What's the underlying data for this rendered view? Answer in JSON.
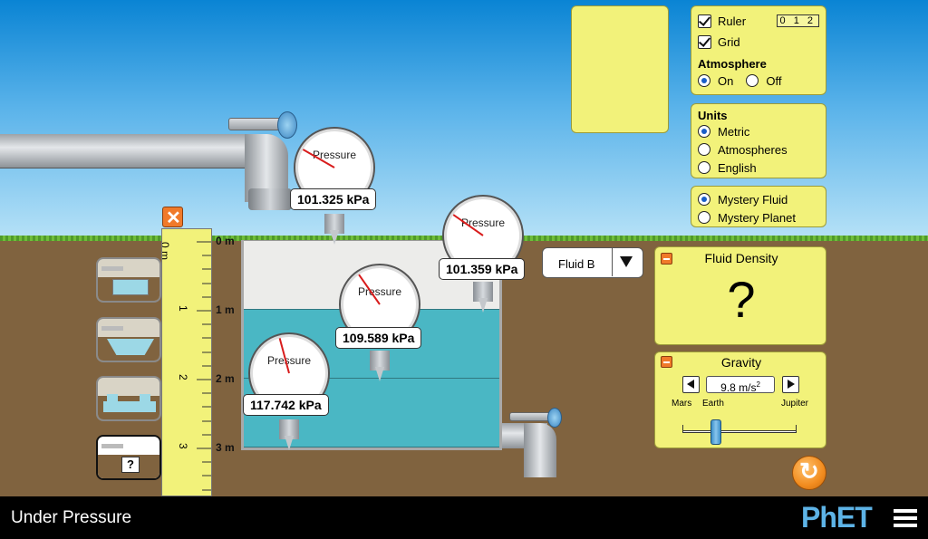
{
  "app": {
    "title": "Under Pressure",
    "brand": "PhET"
  },
  "colors": {
    "panel": "#f2f27a",
    "water": "#4ab7c4",
    "fluid_top": "#ececea",
    "needle": "#d81c1c",
    "reset": "#f28c1f"
  },
  "controls": {
    "ruler_label": "Ruler",
    "ruler_icon_label": "0 1 2",
    "grid_label": "Grid",
    "ruler_checked": true,
    "grid_checked": true,
    "atmosphere_title": "Atmosphere",
    "atmosphere_on": "On",
    "atmosphere_off": "Off",
    "atmosphere_selected": "On"
  },
  "units": {
    "title": "Units",
    "options": [
      "Metric",
      "Atmospheres",
      "English"
    ],
    "selected": "Metric"
  },
  "mystery": {
    "options": [
      "Mystery Fluid",
      "Mystery Planet"
    ],
    "selected": "Mystery Fluid"
  },
  "fluid_selector": {
    "value": "Fluid B"
  },
  "fluid_density": {
    "title": "Fluid Density",
    "value": "?"
  },
  "gravity": {
    "title": "Gravity",
    "value": "9.8 m/s",
    "value_sup": "2",
    "labels": [
      "Mars",
      "Earth",
      "Jupiter"
    ],
    "slider_fraction": 0.29
  },
  "ruler": {
    "labels": [
      "0 m",
      "1",
      "2",
      "3"
    ]
  },
  "depth_labels": [
    "0 m",
    "1 m",
    "2 m",
    "3 m"
  ],
  "gauges": [
    {
      "label": "Pressure",
      "value": "101.325 kPa"
    },
    {
      "label": "Pressure",
      "value": "101.359 kPa"
    },
    {
      "label": "Pressure",
      "value": "109.589 kPa"
    },
    {
      "label": "Pressure",
      "value": "117.742 kPa"
    }
  ],
  "scene_thumb_mystery": "?"
}
